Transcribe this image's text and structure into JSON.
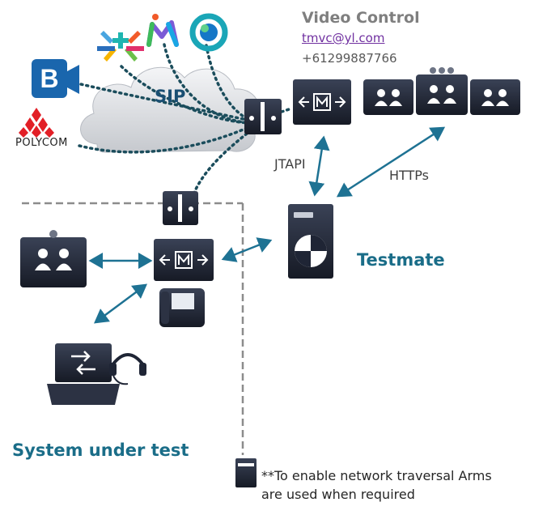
{
  "video_control": {
    "title": "Video Control",
    "email": "tmvc@yl.com",
    "phone": "+61299887766"
  },
  "cloud": {
    "label": "SIP"
  },
  "links": {
    "jtapi": "JTAPI",
    "https": "HTTPs"
  },
  "testmate": {
    "label": "Testmate"
  },
  "system_under_test": {
    "label": "System under test"
  },
  "footnote": {
    "line1": "**To enable network traversal Arms",
    "line2": "are used when required"
  },
  "logos": {
    "polycom": "POLYCOM",
    "bluejeans": "B",
    "webex": "webex-logo",
    "teams": "M",
    "meeting": "meeting-logo"
  },
  "colors": {
    "arrow": "#1e7293",
    "dotted": "#1b4d5c",
    "device": "#1f2535",
    "accent_text": "#1a6d88"
  }
}
